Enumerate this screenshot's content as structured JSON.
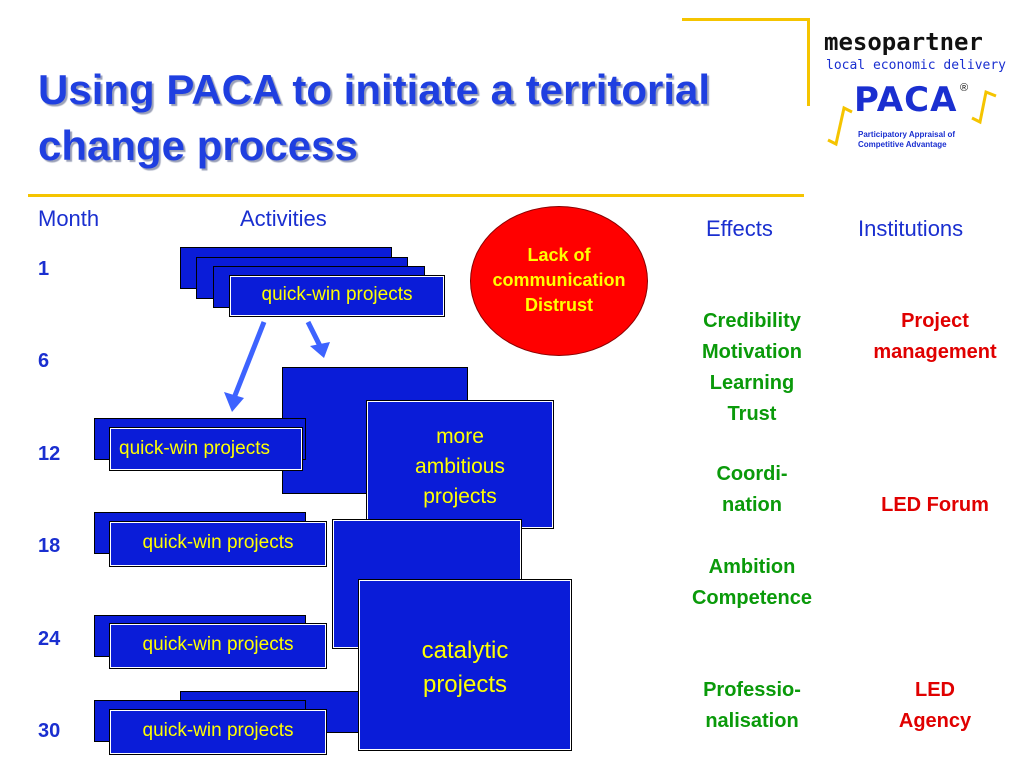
{
  "title": {
    "line1": "Using PACA to initiate a territorial",
    "line2": "change process"
  },
  "logo": {
    "brand": "mesopartner",
    "tagline": "local economic delivery",
    "paca": "PACA",
    "reg": "®",
    "paca_sub1": "Participatory Appraisal of",
    "paca_sub2": "Competitive Advantage"
  },
  "headers": {
    "month": "Month",
    "activities": "Activities",
    "effects": "Effects",
    "institutions": "Institutions"
  },
  "months": [
    "1",
    "6",
    "12",
    "18",
    "24",
    "30"
  ],
  "bubble": {
    "line1": "Lack of",
    "line2": "communication",
    "line3": "Distrust"
  },
  "activities": {
    "quick_win": "quick-win projects",
    "more_l1": "more",
    "more_l2": "ambitious",
    "more_l3": "projects",
    "cat_l1": "catalytic",
    "cat_l2": "projects"
  },
  "effects": [
    {
      "lines": [
        "Credibility",
        "Motivation",
        "Learning",
        "Trust"
      ]
    },
    {
      "lines": [
        "Coordi-",
        "nation"
      ]
    },
    {
      "lines": [
        "Ambition",
        "Competence"
      ]
    },
    {
      "lines": [
        "Professio-",
        "nalisation"
      ]
    }
  ],
  "institutions": [
    {
      "lines": [
        "Project",
        "management"
      ]
    },
    {
      "lines": [
        "LED Forum"
      ]
    },
    {
      "lines": [
        "LED",
        "Agency"
      ]
    }
  ],
  "colors": {
    "accent_blue": "#1f3fe0",
    "box_blue": "#0a1cd8",
    "box_text": "#ffff00",
    "effect_green": "#0a9a0a",
    "institution_red": "#e00000",
    "rule_yellow": "#f5c400",
    "bubble_red": "#ff0000"
  }
}
